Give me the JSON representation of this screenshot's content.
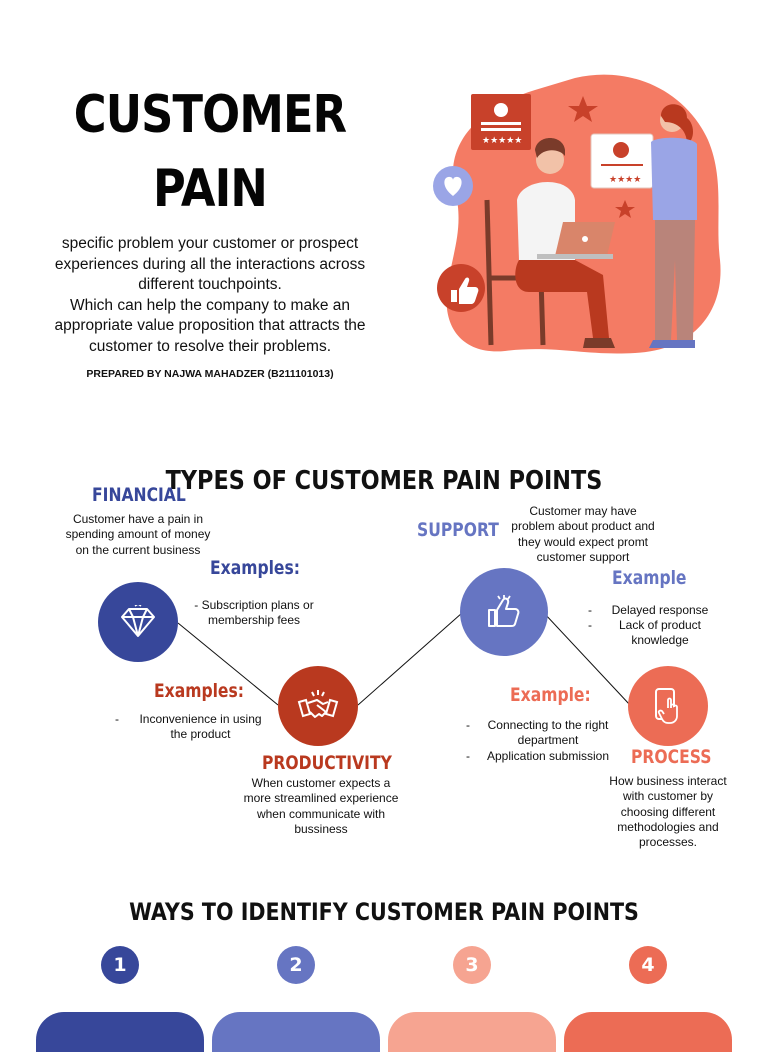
{
  "hero": {
    "title_line1": "CUSTOMER",
    "title_line2": "PAIN",
    "description": "specific problem your customer or prospect experiences during all the interactions across different touchpoints.\nWhich can help the company to make an appropriate value proposition that attracts the customer to resolve their problems.",
    "prepared_by": "PREPARED BY NAJWA MAHADZER (B211101013)"
  },
  "types": {
    "title": "TYPES OF CUSTOMER PAIN POINTS",
    "financial": {
      "title": "FINANCIAL",
      "desc": "Customer have a pain in spending amount of money on the current business",
      "examples_title": "Examples:",
      "example": "- Subscription plans or membership fees"
    },
    "productivity": {
      "title": "PRODUCTIVITY",
      "desc": "When customer expects a more streamlined experience when communicate with bussiness",
      "examples_title": "Examples:",
      "example": "Inconvenience in using the product"
    },
    "support": {
      "title": "SUPPORT",
      "desc": "Customer may have problem about product and they would expect promt customer support",
      "examples_title": "Example",
      "example_1": "Delayed response",
      "example_2": "Lack of product knowledge"
    },
    "process": {
      "title": "PROCESS",
      "desc": "How business interact with customer by choosing different methodologies and processes.",
      "examples_title": "Example:",
      "example_1": "Connecting to the right department",
      "example_2": "Application submission"
    }
  },
  "ways": {
    "title": "WAYS TO IDENTIFY CUSTOMER PAIN POINTS",
    "steps": [
      "1",
      "2",
      "3",
      "4"
    ]
  },
  "colors": {
    "navy": "#37479a",
    "periwinkle": "#6675c2",
    "rust": "#b9391f",
    "coral": "#ec6c55",
    "salmon": "#f6a491",
    "blob": "#f47b64"
  },
  "icons": {
    "financial": "diamond-icon",
    "productivity": "handshake-icon",
    "support": "thumbs-up-icon",
    "process": "phone-tap-icon"
  }
}
